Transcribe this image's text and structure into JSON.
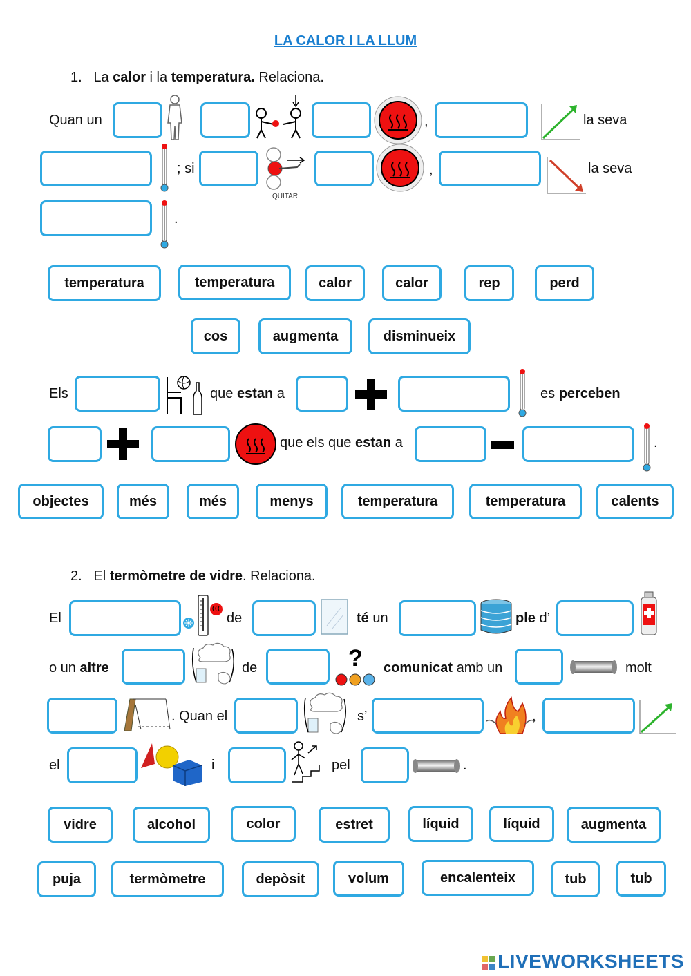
{
  "title": "LA CALOR I LA LLUM",
  "section1": {
    "number": "1.",
    "heading": {
      "p1": "La ",
      "b1": "calor",
      "p2": " i la ",
      "b2": "temperatura.",
      "p3": " Relaciona."
    },
    "sentence1": {
      "quan_un": "Quan un",
      "comma1": ",",
      "la_seva_1": "la seva",
      "si": "; si",
      "comma2": ",",
      "la_seva_2": "la seva",
      "period": ".",
      "quitar": "QUITAR"
    },
    "words1": [
      "temperatura",
      "temperatura",
      "calor",
      "calor",
      "rep",
      "perd",
      "cos",
      "augmenta",
      "disminueix"
    ],
    "sentence2": {
      "els": "Els",
      "que": "que ",
      "estan": "estan",
      "a": " a",
      "es": "es ",
      "perceben": "perceben",
      "que_els_que": "que els que ",
      "estan2": "estan",
      "a2": " a",
      "period": "."
    },
    "words2": [
      "objectes",
      "més",
      "més",
      "menys",
      "temperatura",
      "temperatura",
      "calents"
    ]
  },
  "section2": {
    "number": "2.",
    "heading": {
      "p1": "El ",
      "b1": "termòmetre de vidre",
      "p2": ". Relaciona."
    },
    "sentence": {
      "el": "El",
      "de": "de",
      "te": "té",
      "un": " un",
      "ple": "ple",
      "d": " d’",
      "o_un": "o un ",
      "altre": "altre",
      "de2": "de",
      "comunicat": "comunicat",
      "amb_un": " amb un",
      "molt": "molt",
      "quan_el": ". Quan el",
      "s": "s’",
      "comma": ",",
      "el2": "el",
      "i": "i",
      "pel": "pel",
      "period": "."
    },
    "words_row1": [
      "vidre",
      "alcohol",
      "color",
      "estret",
      "líquid",
      "líquid",
      "augmenta"
    ],
    "words_row2": [
      "puja",
      "termòmetre",
      "depòsit",
      "volum",
      "encalenteix",
      "tub",
      "tub"
    ]
  },
  "footer": {
    "logo": "LIVEWORKSHEETS"
  },
  "colors": {
    "accent": "#2fa9e2",
    "title": "#1a7fd0",
    "heat_red": "#e11",
    "arrow_up": "#2db32d",
    "arrow_down": "#d0402a"
  },
  "icons": [
    "body-icon",
    "give-exchange-icon",
    "heat-icon",
    "graph-up-icon",
    "thermometer-icon",
    "remove-icon",
    "graph-down-icon",
    "chair-ball-bottle-icon",
    "plus-icon",
    "minus-icon",
    "thermometer-cold-hot-icon",
    "glass-pane-icon",
    "water-tank-icon",
    "alcohol-bottle-icon",
    "cloud-glass-icon",
    "question-colors-icon",
    "tube-icon",
    "ruler-length-icon",
    "fire-icon",
    "shapes-icon",
    "stairs-up-icon"
  ]
}
